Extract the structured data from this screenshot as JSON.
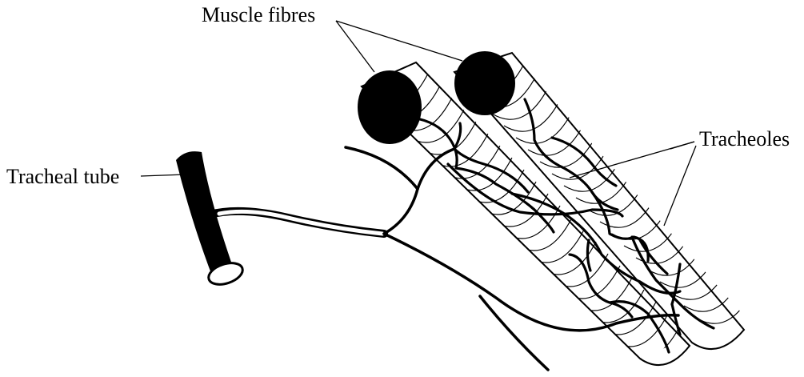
{
  "labels": {
    "muscle_fibres": "Muscle fibres",
    "tracheal_tube": "Tracheal tube",
    "tracheoles": "Tracheoles"
  },
  "colors": {
    "ink": "#000000",
    "background": "#ffffff"
  }
}
